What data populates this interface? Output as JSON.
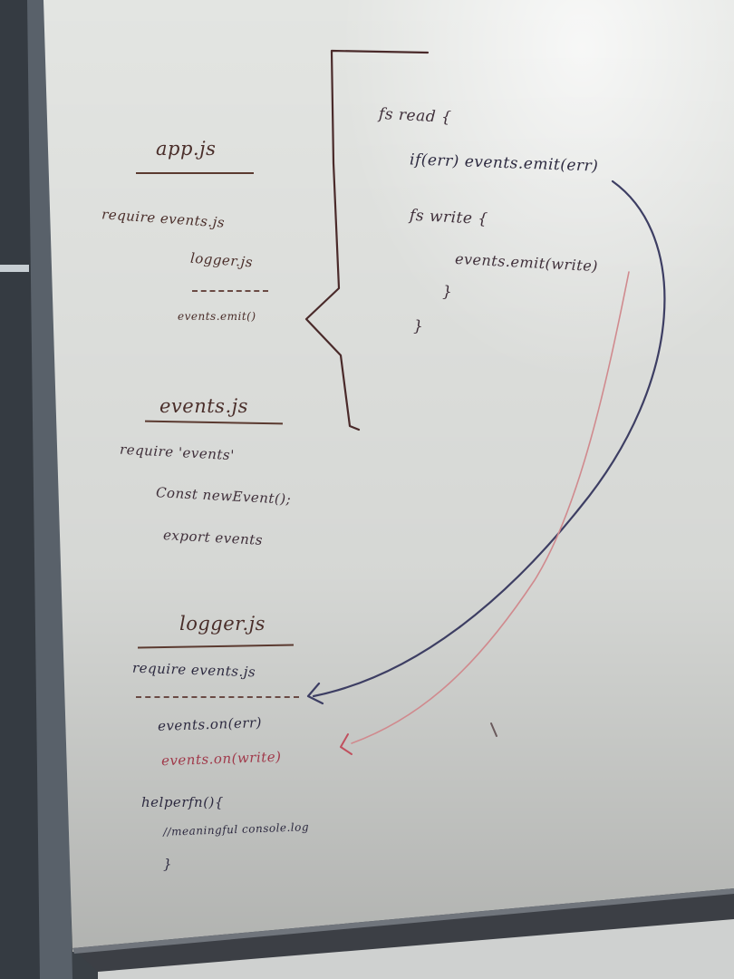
{
  "whiteboard": {
    "app_section": {
      "title": "app.js",
      "lines": [
        "require events.js",
        "logger.js",
        "events.emit()"
      ]
    },
    "events_section": {
      "title": "events.js",
      "lines": [
        "require 'events'",
        "Const newEvent();",
        "export events"
      ]
    },
    "logger_section": {
      "title": "logger.js",
      "lines": [
        "require events.js",
        "events.on(err)",
        "events.on(write)",
        "helperfn(){",
        "//meaningful console.log",
        "}"
      ]
    },
    "code_block": {
      "lines": [
        "fs read {",
        "if(err) events.emit(err)",
        "fs write {",
        "events.emit(write)",
        "}",
        "}"
      ]
    },
    "colors": {
      "board": "#e4e6e3",
      "marker_brown": "#4a2e2a",
      "marker_navy": "#2d2a40",
      "marker_red": "#a0394a",
      "frame": "#3a4046"
    }
  }
}
